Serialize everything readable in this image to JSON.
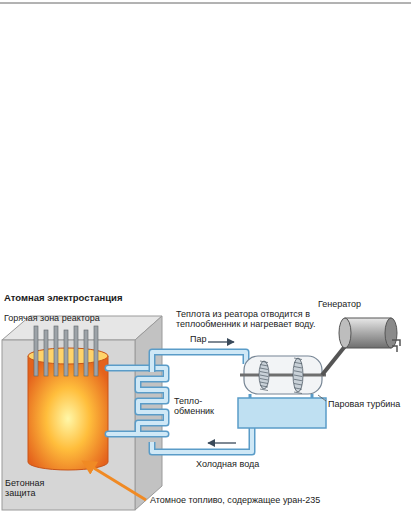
{
  "diagram": {
    "title": "Атомная электростанция",
    "labels": [
      "Горячая зона реактора",
      "Теплота из реатора отводится в теплообменник и нагревает воду.",
      "Генератор",
      "Пар",
      "Тепло- обменник",
      "Паровая турбина",
      "Бетонная защита",
      "Холодная вода",
      "Атомное топливо, содержащее уран-235"
    ]
  }
}
